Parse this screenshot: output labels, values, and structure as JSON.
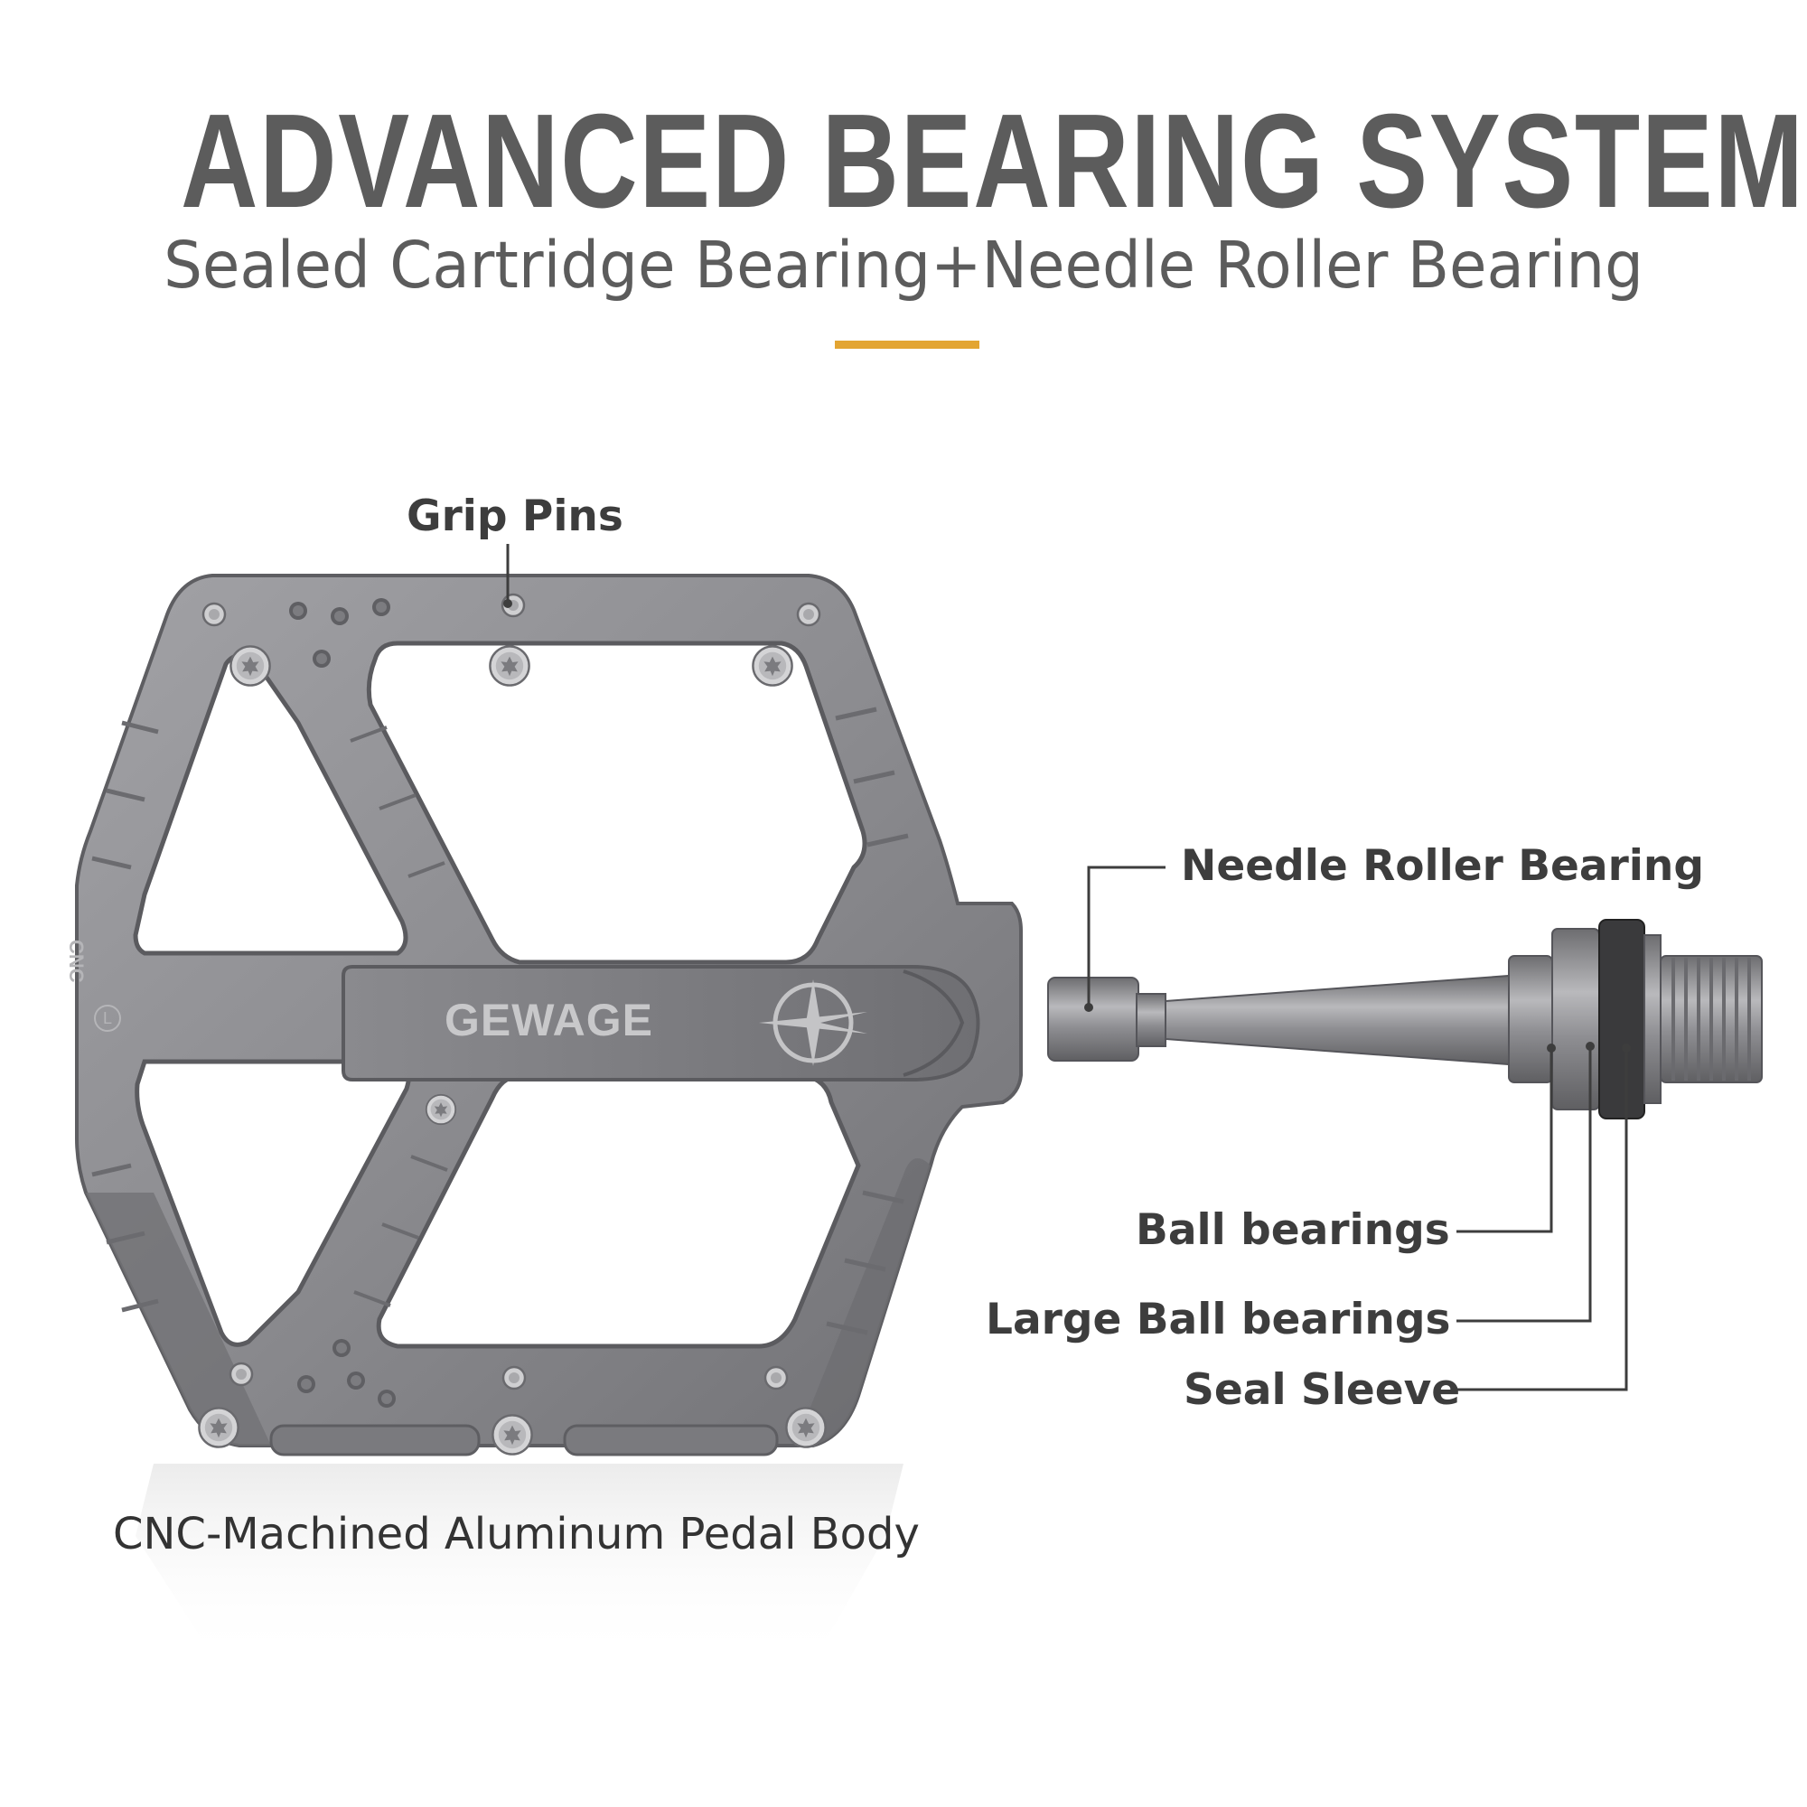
{
  "header": {
    "title": "ADVANCED BEARING SYSTEM",
    "subtitle": "Sealed Cartridge Bearing+Needle Roller Bearing"
  },
  "pedal": {
    "brand": "GEWAGE",
    "engraving_cnc": "CNC",
    "engraving_side": "L"
  },
  "callouts": {
    "grip_pins": "Grip Pins",
    "needle_roller_bearing": "Needle Roller Bearing",
    "ball_bearings": "Ball bearings",
    "large_ball_bearings": "Large Ball bearings",
    "seal_sleeve": "Seal Sleeve",
    "pedal_body": "CNC-Machined Aluminum Pedal Body"
  },
  "colors": {
    "title_gray": "#5c5c5c",
    "accent": "#e3a532",
    "metal": "#8a8a8d",
    "metal_dark": "#6c6c70"
  },
  "icons": [
    "torx-screw-icon",
    "grip-pin-icon",
    "brand-logo-icon"
  ]
}
